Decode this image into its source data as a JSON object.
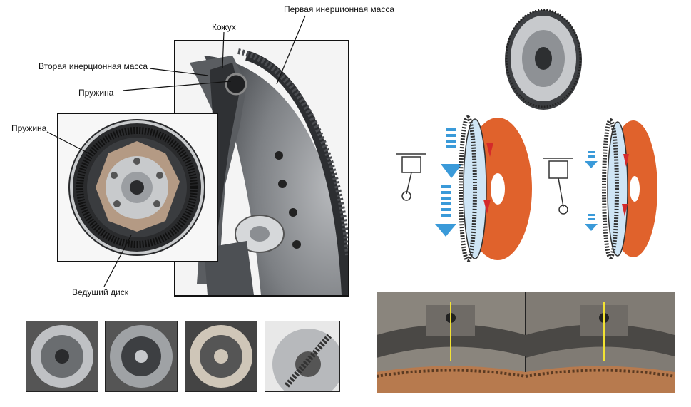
{
  "labels": {
    "first_mass": "Первая инерционная масса",
    "housing": "Кожух",
    "second_mass": "Вторая инерционная масса",
    "spring_top": "Пружина",
    "spring_left": "Пружина",
    "drive_disc": "Ведущий диск"
  },
  "colors": {
    "orange": "#e0622c",
    "blue_arrow": "#3a9ad9",
    "red_arrow": "#d42a2a",
    "yellow_mark": "#f2e233",
    "metal_dark": "#3d3f42",
    "metal_light": "#c7c9cc"
  }
}
